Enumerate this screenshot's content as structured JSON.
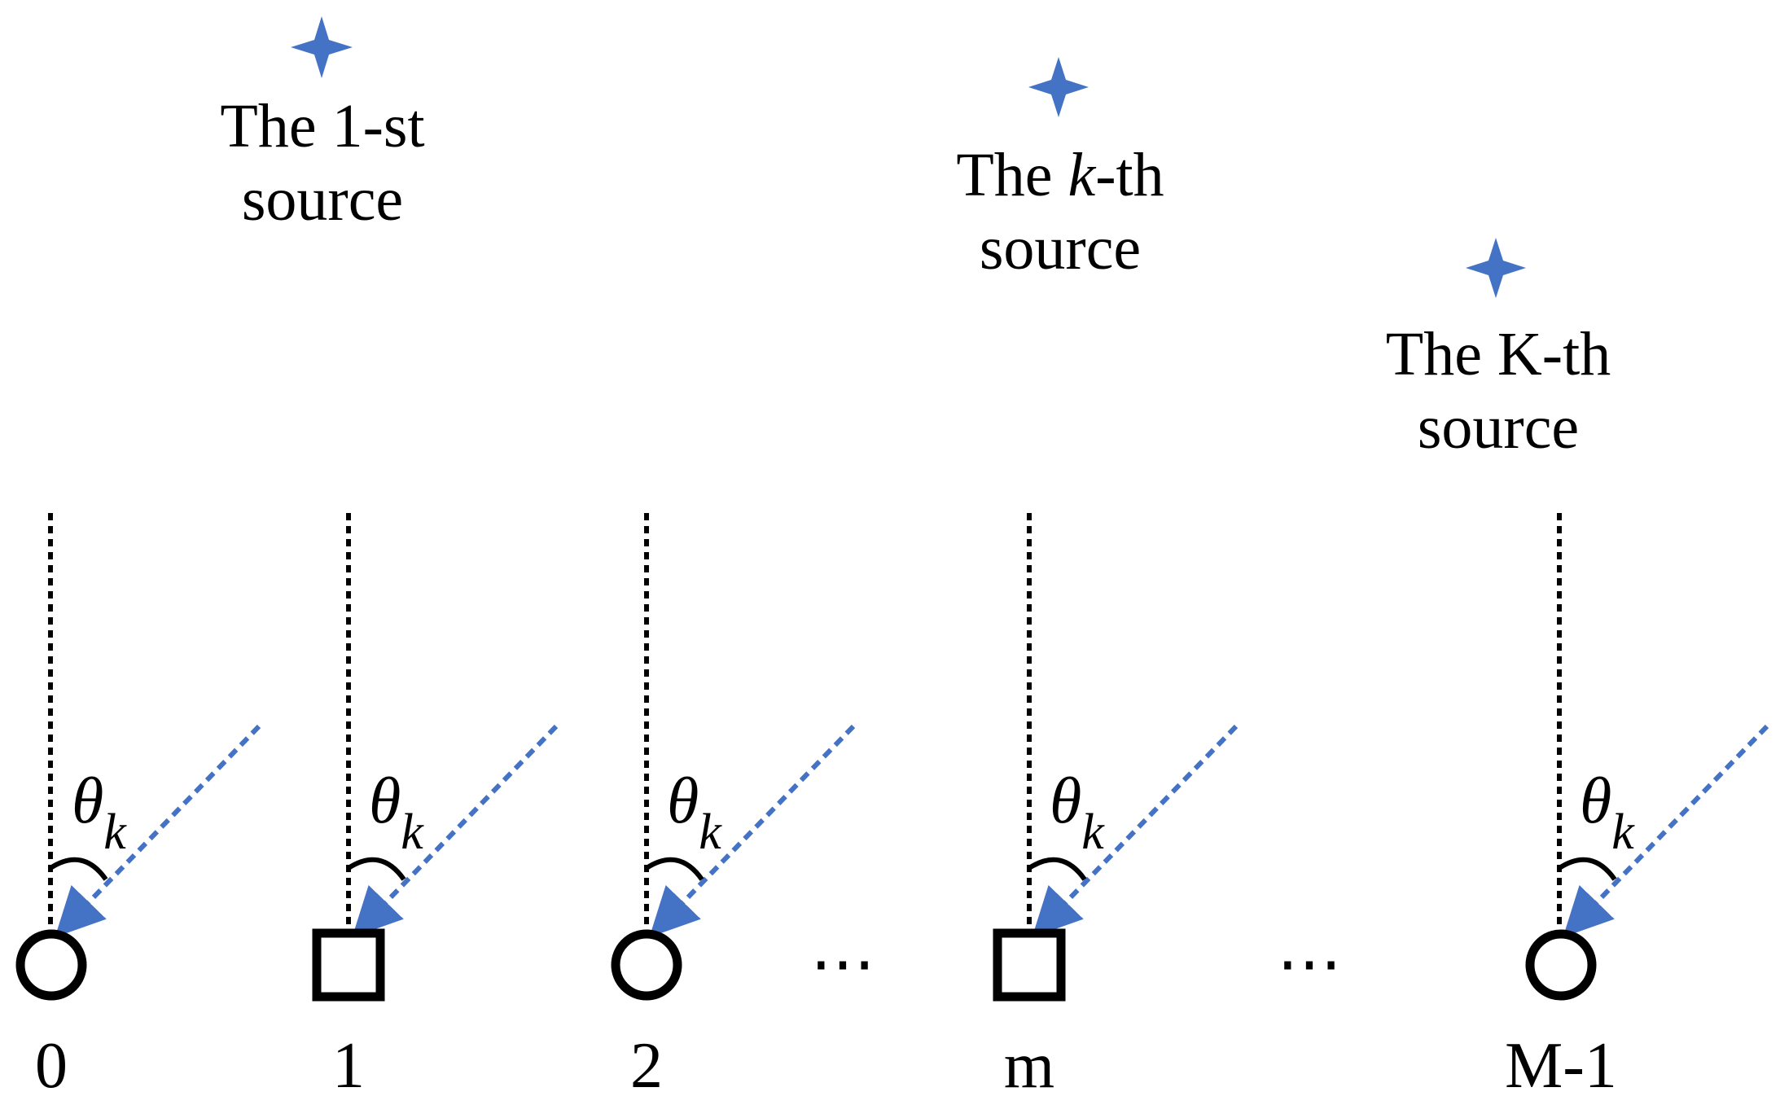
{
  "sources": [
    {
      "id": "src-1",
      "line1": "The 1-st",
      "line2": "source",
      "italic_part": ""
    },
    {
      "id": "src-k",
      "line1_pre": "The ",
      "line1_italic": "k",
      "line1_post": "-th",
      "line2": "source"
    },
    {
      "id": "src-K",
      "line1": "The K-th",
      "line2": "source"
    }
  ],
  "sensors": [
    {
      "label": "0",
      "shape": "circle"
    },
    {
      "label": "1",
      "shape": "square"
    },
    {
      "label": "2",
      "shape": "circle"
    },
    {
      "label": "m",
      "shape": "square"
    },
    {
      "label": "M-1",
      "shape": "circle"
    }
  ],
  "ellipsis": [
    "⋯",
    "⋯"
  ],
  "angle": {
    "symbol": "θ",
    "subscript": "k"
  },
  "colors": {
    "source_star": "#4472C4",
    "arrow": "#4472C4",
    "sensor": "#000000",
    "reference_line": "#000000"
  }
}
